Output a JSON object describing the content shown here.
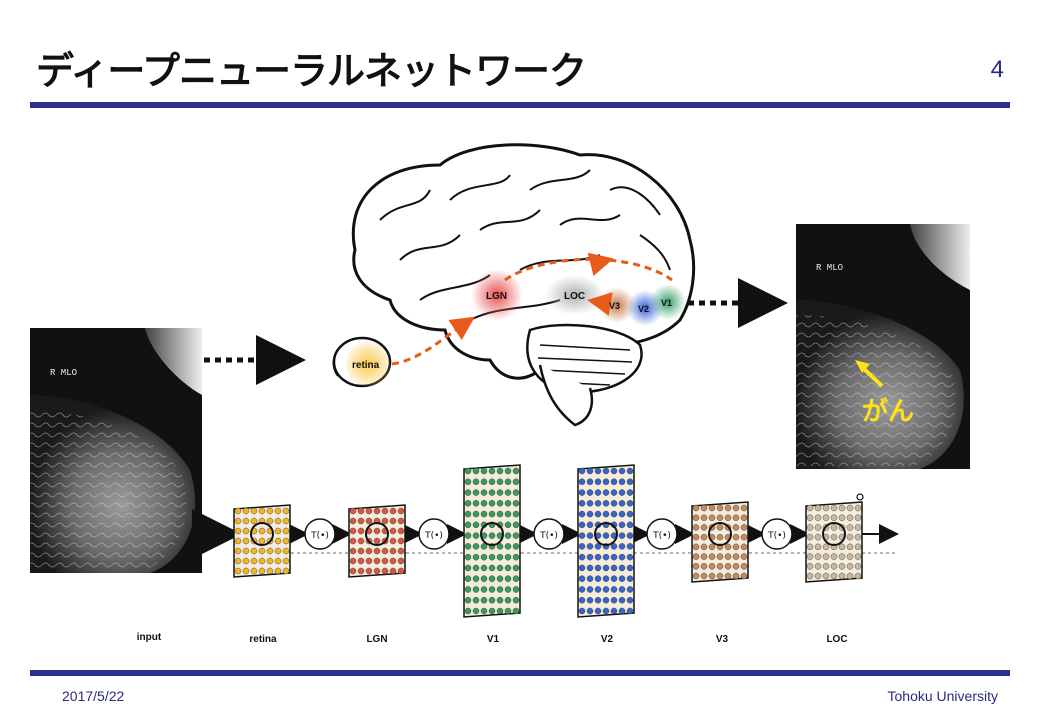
{
  "slide": {
    "title": "ディープニューラルネットワーク",
    "page_number": "4",
    "date": "2017/5/22",
    "organization": "Tohoku University"
  },
  "brain": {
    "regions": {
      "retina": "retina",
      "lgn": "LGN",
      "loc": "LOC",
      "v3": "V3",
      "v2": "V2",
      "v1": "V1"
    }
  },
  "mammograms": {
    "input_view_label": "R MLO",
    "output_view_label": "R MLO",
    "cancer_annotation": "がん"
  },
  "network": {
    "transform_label": "T(•)",
    "stages": [
      "input",
      "retina",
      "LGN",
      "V1",
      "V2",
      "V3",
      "LOC"
    ]
  },
  "colors": {
    "accent": "#2e2e8f",
    "retina": "#f0b429",
    "lgn": "#d9553f",
    "v1": "#3a9a5a",
    "v2": "#3a63c8",
    "v3": "#c48a5c",
    "loc": "#c8b8a0",
    "pathway": "#e85a1a",
    "annotation": "#ffe21a"
  }
}
